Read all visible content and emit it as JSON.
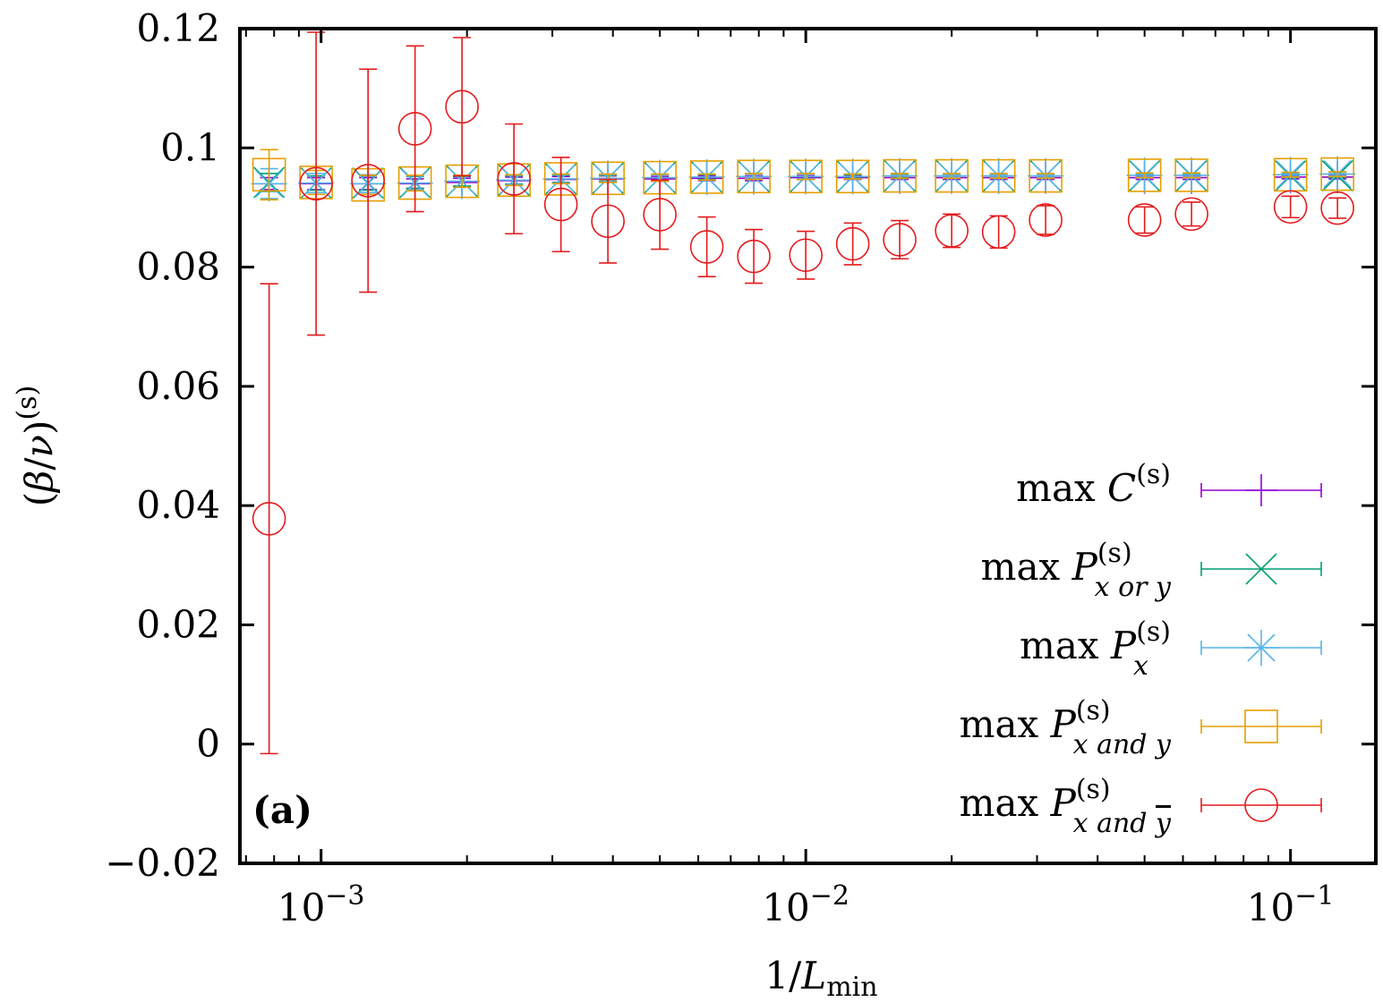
{
  "chart_data": {
    "type": "scatter",
    "title": "",
    "panel_label": "(a)",
    "xlabel": {
      "base": "1/",
      "var": "L",
      "sub": "min"
    },
    "ylabel": {
      "open": "(",
      "beta": "β",
      "slash": "/",
      "nu": "ν",
      "close": ")",
      "sup": "(s)"
    },
    "xscale": "log",
    "xlim": [
      0.00068,
      0.15
    ],
    "ylim": [
      -0.02,
      0.12
    ],
    "xticks": [
      {
        "value": 0.001,
        "base": "10",
        "exp": "−3"
      },
      {
        "value": 0.01,
        "base": "10",
        "exp": "−2"
      },
      {
        "value": 0.1,
        "base": "10",
        "exp": "−1"
      }
    ],
    "yticks": [
      {
        "value": -0.02,
        "label": "−0.02"
      },
      {
        "value": 0,
        "label": "0"
      },
      {
        "value": 0.02,
        "label": "0.02"
      },
      {
        "value": 0.04,
        "label": "0.04"
      },
      {
        "value": 0.06,
        "label": "0.06"
      },
      {
        "value": 0.08,
        "label": "0.08"
      },
      {
        "value": 0.1,
        "label": "0.1"
      },
      {
        "value": 0.12,
        "label": "0.12"
      }
    ],
    "grid": false,
    "legend_position": "bottom-right",
    "x": [
      0.00078125,
      0.000976563,
      0.00125,
      0.0015625,
      0.001953125,
      0.0025,
      0.003125,
      0.00390625,
      0.005,
      0.00625,
      0.0078125,
      0.01,
      0.0125,
      0.015625,
      0.02,
      0.025,
      0.03125,
      0.05,
      0.0625,
      0.1,
      0.125
    ],
    "series": [
      {
        "name": "max C^(s)",
        "legend": {
          "prefix": "max ",
          "var": "C",
          "sup": "(s)",
          "sub": ""
        },
        "color": "#9400d3",
        "marker": "plus",
        "y": [
          0.094,
          0.094,
          0.094,
          0.094,
          0.0942,
          0.0945,
          0.0947,
          0.0948,
          0.0948,
          0.0949,
          0.0949,
          0.095,
          0.095,
          0.095,
          0.095,
          0.095,
          0.095,
          0.095,
          0.095,
          0.0951,
          0.0951
        ],
        "err": [
          0.001,
          0.001,
          0.001,
          0.0008,
          0.0007,
          0.0006,
          0.0005,
          0.0005,
          0.0004,
          0.0004,
          0.0004,
          0.0003,
          0.0003,
          0.0003,
          0.0003,
          0.0003,
          0.0003,
          0.0003,
          0.0003,
          0.0003,
          0.0003
        ]
      },
      {
        "name": "max P_{x or y}^(s)",
        "legend": {
          "prefix": "max ",
          "var": "P",
          "sup": "(s)",
          "sub": "x or y"
        },
        "color": "#009e73",
        "marker": "x",
        "y": [
          0.0942,
          0.0941,
          0.0941,
          0.0942,
          0.0944,
          0.0946,
          0.0948,
          0.0949,
          0.095,
          0.0951,
          0.0952,
          0.0952,
          0.0952,
          0.0953,
          0.0953,
          0.0953,
          0.0953,
          0.0953,
          0.0953,
          0.0953,
          0.0953
        ],
        "err": [
          0.0015,
          0.0012,
          0.0012,
          0.001,
          0.0008,
          0.0007,
          0.0006,
          0.0005,
          0.0005,
          0.0004,
          0.0004,
          0.0004,
          0.0003,
          0.0003,
          0.0003,
          0.0003,
          0.0003,
          0.0003,
          0.0003,
          0.0003,
          0.0003
        ]
      },
      {
        "name": "max P_x^(s)",
        "legend": {
          "prefix": "max ",
          "var": "P",
          "sup": "(s)",
          "sub": "x"
        },
        "color": "#56b4e9",
        "marker": "star",
        "y": [
          0.094,
          0.0941,
          0.094,
          0.0941,
          0.0944,
          0.0946,
          0.0948,
          0.0949,
          0.095,
          0.0951,
          0.0952,
          0.0952,
          0.0952,
          0.0953,
          0.0953,
          0.0953,
          0.0953,
          0.0954,
          0.0954,
          0.0955,
          0.0956
        ],
        "err": [
          0.0025,
          0.0016,
          0.0015,
          0.0012,
          0.001,
          0.0008,
          0.0007,
          0.0006,
          0.0005,
          0.0005,
          0.0004,
          0.0004,
          0.0004,
          0.0004,
          0.0003,
          0.0003,
          0.0003,
          0.0003,
          0.0003,
          0.0003,
          0.0003
        ]
      },
      {
        "name": "max P_{x and y}^(s)",
        "legend": {
          "prefix": "max ",
          "var": "P",
          "sup": "(s)",
          "sub": "x and y"
        },
        "color": "#e69f00",
        "marker": "square",
        "y": [
          0.0955,
          0.0942,
          0.0938,
          0.0941,
          0.0944,
          0.0946,
          0.0948,
          0.0949,
          0.095,
          0.0951,
          0.0952,
          0.0952,
          0.0952,
          0.0953,
          0.0953,
          0.0953,
          0.0953,
          0.0954,
          0.0954,
          0.0955,
          0.0956
        ],
        "err": [
          0.0042,
          0.002,
          0.0016,
          0.0013,
          0.001,
          0.0009,
          0.0008,
          0.0007,
          0.0006,
          0.0005,
          0.0005,
          0.0005,
          0.0004,
          0.0004,
          0.0004,
          0.0004,
          0.0004,
          0.0004,
          0.0004,
          0.0004,
          0.0004
        ]
      },
      {
        "name": "max P_{x and ȳ}^(s)",
        "legend": {
          "prefix": "max ",
          "var": "P",
          "sup": "(s)",
          "sub": "x and ",
          "sub_bar": "y"
        },
        "color": "#e41a1c",
        "marker": "circle",
        "y": [
          0.0378,
          0.094,
          0.0945,
          0.1032,
          0.1069,
          0.0948,
          0.0905,
          0.0877,
          0.0888,
          0.0834,
          0.0818,
          0.082,
          0.0839,
          0.0846,
          0.0861,
          0.0859,
          0.0879,
          0.0879,
          0.0889,
          0.0901,
          0.0899
        ],
        "err": [
          0.0394,
          0.0254,
          0.0187,
          0.0139,
          0.0116,
          0.0092,
          0.0079,
          0.007,
          0.0058,
          0.005,
          0.0045,
          0.004,
          0.0035,
          0.0032,
          0.0028,
          0.0027,
          0.0024,
          0.0022,
          0.002,
          0.0018,
          0.0017
        ]
      }
    ]
  }
}
